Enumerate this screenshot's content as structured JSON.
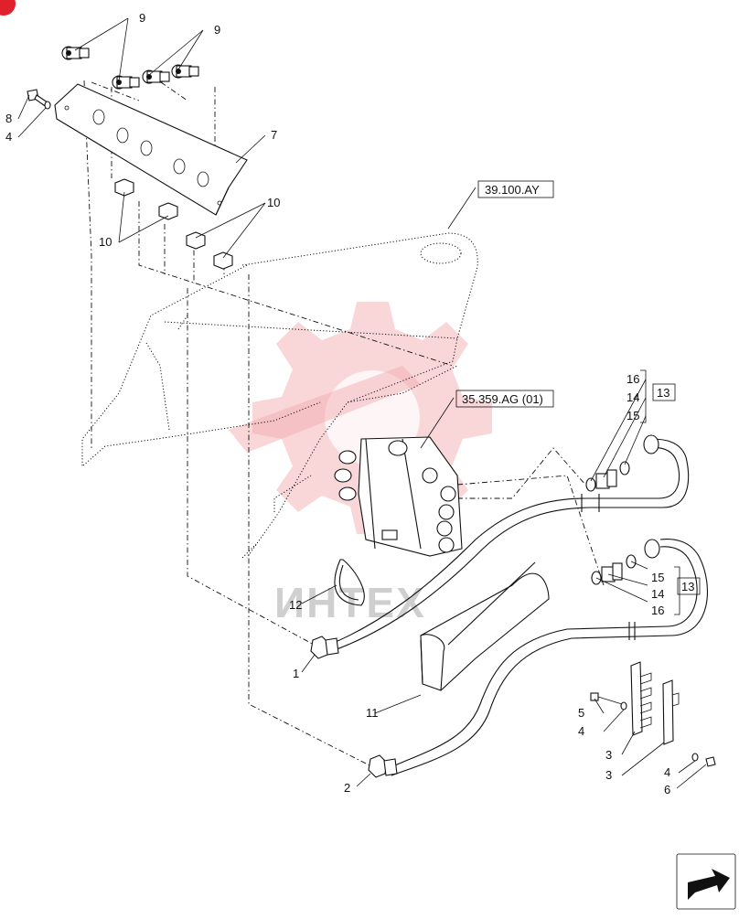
{
  "diagram": {
    "callouts": {
      "c1": "1",
      "c2": "2",
      "c3a": "3",
      "c3b": "3",
      "c4a": "4",
      "c4b": "4",
      "c4c": "4",
      "c5": "5",
      "c6": "6",
      "c7": "7",
      "c8": "8",
      "c9a": "9",
      "c9b": "9",
      "c10a": "10",
      "c10b": "10",
      "c11": "11",
      "c12": "12",
      "c13a": "13",
      "c13b": "13",
      "c14a": "14",
      "c14b": "14",
      "c15a": "15",
      "c15b": "15",
      "c16a": "16",
      "c16b": "16"
    },
    "references": {
      "ref1": "39.100.AY",
      "ref2": "35.359.AG (01)"
    },
    "watermark": "ИНТЕХ",
    "colors": {
      "watermark": "#f2a7ab",
      "corner_badge": "#e0202a",
      "ink": "#111111"
    },
    "icons": {
      "nav": "next-page-arrow-icon",
      "corner": "red-badge-icon"
    }
  }
}
